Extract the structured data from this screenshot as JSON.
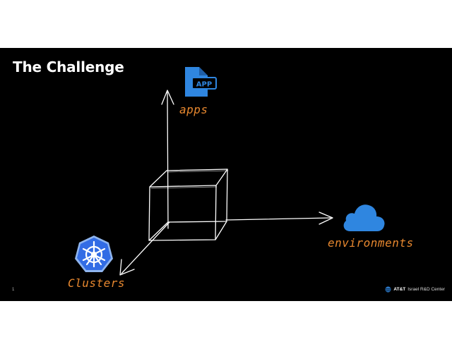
{
  "slide": {
    "title": "The Challenge",
    "page_number": "1",
    "axes": {
      "up": "apps",
      "right": "environments",
      "down_left": "Clusters"
    },
    "icons": {
      "apps": "app-file-icon",
      "environments": "cloud-icon",
      "clusters": "kubernetes-helm-icon"
    },
    "icon_text": {
      "apps": "APP"
    },
    "footer": {
      "brand_strong": "AT&T",
      "brand_rest": "Israel R&D Center"
    },
    "colors": {
      "background": "#000000",
      "title": "#ffffff",
      "accent_label": "#e8882f",
      "blue_icon": "#2f86e0",
      "k8s_blue": "#326ce5",
      "sketch_line": "#ffffff"
    }
  }
}
